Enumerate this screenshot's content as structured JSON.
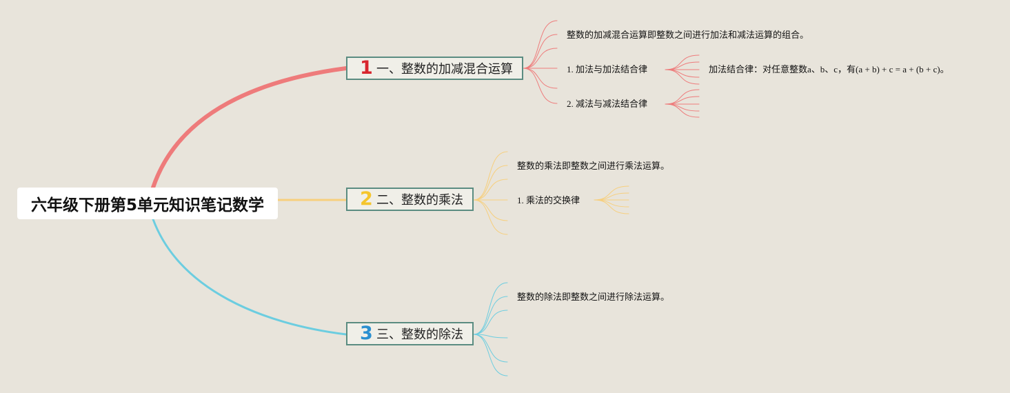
{
  "root": {
    "label": "六年级下册第5单元知识笔记数学"
  },
  "colors": {
    "background": "#e8e4db",
    "branch1": "#ee7b7b",
    "branch2": "#f7cf7d",
    "branch3": "#6ccde0",
    "branch_border": "#5a8c81",
    "num1": "#d8262e",
    "num2": "#f5c52c",
    "num3": "#2a8fd0"
  },
  "branches": [
    {
      "number": "1",
      "label": "一、整数的加减混合运算",
      "children": [
        {
          "text": "整数的加减混合运算即整数之间进行加法和减法运算的组合。"
        },
        {
          "text": "1. 加法与加法结合律",
          "children": [
            {
              "text": "加法结合律：对任意整数a、b、c，有(a + b) + c = a + (b + c)。"
            }
          ]
        },
        {
          "text": "2. 减法与减法结合律"
        }
      ]
    },
    {
      "number": "2",
      "label": "二、整数的乘法",
      "children": [
        {
          "text": "整数的乘法即整数之间进行乘法运算。"
        },
        {
          "text": "1. 乘法的交换律"
        }
      ]
    },
    {
      "number": "3",
      "label": "三、整数的除法",
      "children": [
        {
          "text": "整数的除法即整数之间进行除法运算。"
        }
      ]
    }
  ]
}
